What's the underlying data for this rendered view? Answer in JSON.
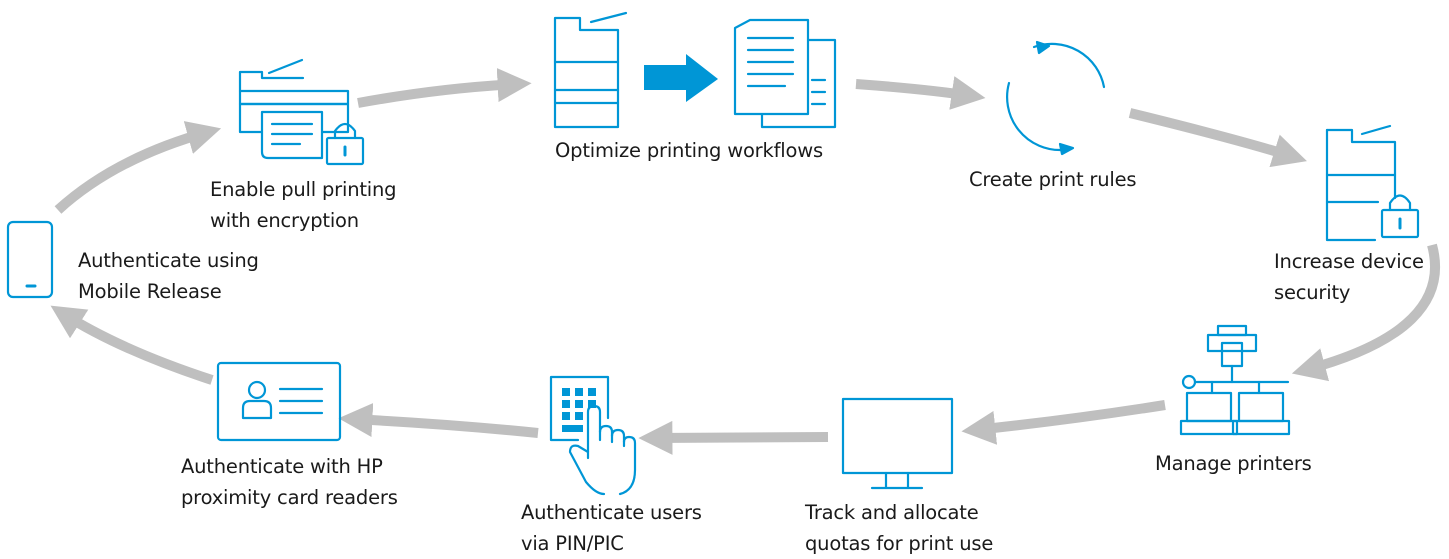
{
  "colors": {
    "icon_stroke": "#0096D6",
    "arrow": "#BFBFBF",
    "accent_arrow": "#0096D6",
    "text": "#1A1A1A"
  },
  "steps": [
    {
      "id": "mobile",
      "icon": "mobile-device-icon",
      "lines": [
        "Authenticate using",
        "Mobile Release"
      ]
    },
    {
      "id": "pull",
      "icon": "pull-print-encryption-icon",
      "lines": [
        "Enable pull printing",
        "with encryption"
      ]
    },
    {
      "id": "workflow",
      "icon": "workflow-optimize-icon",
      "lines": [
        "Optimize printing workflows"
      ]
    },
    {
      "id": "rules",
      "icon": "cycle-icon",
      "lines": [
        "Create print rules"
      ]
    },
    {
      "id": "security",
      "icon": "printer-lock-icon",
      "lines": [
        "Increase device",
        "security"
      ]
    },
    {
      "id": "manage",
      "icon": "printer-network-icon",
      "lines": [
        "Manage printers"
      ]
    },
    {
      "id": "track",
      "icon": "monitor-icon",
      "lines": [
        "Track and allocate",
        "quotas for print use"
      ]
    },
    {
      "id": "pin",
      "icon": "keypad-finger-icon",
      "lines": [
        "Authenticate users",
        "via PIN/PIC"
      ]
    },
    {
      "id": "card",
      "icon": "id-card-icon",
      "lines": [
        "Authenticate with HP",
        "proximity card readers"
      ]
    }
  ]
}
